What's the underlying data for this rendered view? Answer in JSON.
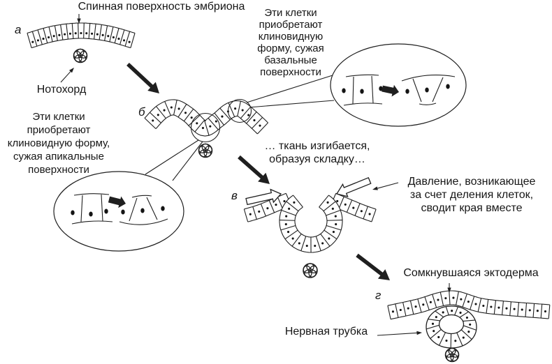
{
  "colors": {
    "ink": "#1f1f1f",
    "background": "#ffffff",
    "nucleus": "#141414"
  },
  "icons": {
    "thick-arrow": "solid black stage-transition arrow",
    "hollow-arrow": "white outlined block arrow showing pressure direction",
    "thin-arrow": "thin pointer arrow",
    "notochord-rosette": "small cluster of cells",
    "zoom-ellipse": "magnifier callout ellipse"
  },
  "labels": {
    "title": "Спинная поверхность эмбриона",
    "stage_a": "а",
    "stage_b": "б",
    "stage_v": "в",
    "stage_g": "г",
    "notochord": "Нотохорд",
    "apical_note": "Эти клетки\nприобретают\nклиновидную форму,\nсужая апикальные\nповерхности",
    "basal_note": "Эти клетки\nприобретают\nклиновидную\nформу, сужая\nбазальные\nповерхности",
    "fold_note": "… ткань изгибается,\nобразуя складку…",
    "pressure_note": "Давление, возникающее\nза счет деления клеток,\nсводит края вместе",
    "closed_ectoderm": "Сомкнувшаяся эктодерма",
    "neural_tube": "Нервная трубка"
  }
}
